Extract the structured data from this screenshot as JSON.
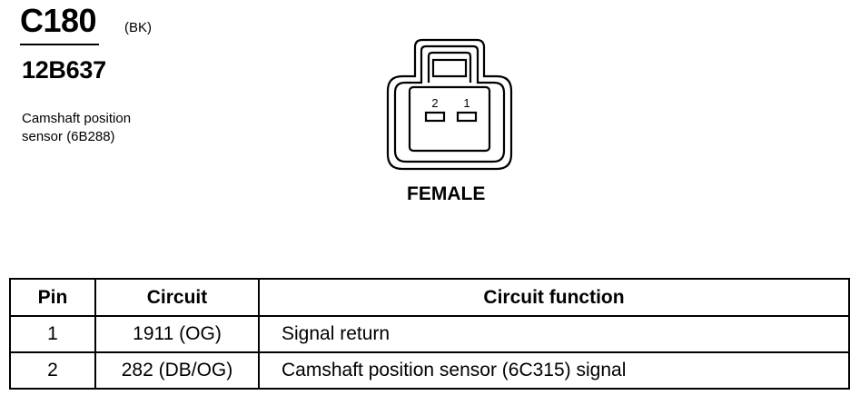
{
  "header": {
    "connector_id": "C180",
    "color_code": "(BK)",
    "part_number": "12B637",
    "description_lines": [
      "Camshaft position",
      "sensor (6B288)"
    ]
  },
  "connector": {
    "view_label": "FEMALE",
    "pin_labels": [
      "2",
      "1"
    ]
  },
  "table": {
    "headers": [
      "Pin",
      "Circuit",
      "Circuit function"
    ],
    "rows": [
      {
        "pin": "1",
        "circuit": "1911 (OG)",
        "function": "Signal return"
      },
      {
        "pin": "2",
        "circuit": "282 (DB/OG)",
        "function": "Camshaft position sensor (6C315) signal"
      }
    ]
  }
}
